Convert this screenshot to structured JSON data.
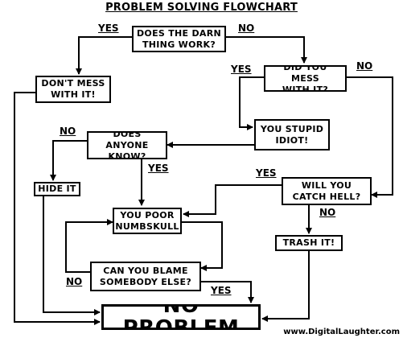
{
  "title": "PROBLEM SOLVING FLOWCHART",
  "nodes": {
    "does_work": "DOES THE DARN\nTHING WORK?",
    "dont_mess": "DON'T MESS\nWITH IT!",
    "did_mess": "DID YOU MESS\nWITH IT?",
    "stupid": "YOU STUPID\nIDIOT!",
    "anyone_know": "DOES ANYONE\nKNOW?",
    "hide": "HIDE IT",
    "catch_hell": "WILL YOU\nCATCH HELL?",
    "numbskull": "YOU POOR\nNUMBSKULL",
    "trash": "TRASH IT!",
    "blame": "CAN YOU BLAME\nSOMEBODY ELSE?",
    "no_problem": "NO PROBLEM"
  },
  "labels": {
    "works_yes": "YES",
    "works_no": "NO",
    "mess_yes": "YES",
    "mess_no": "NO",
    "know_no": "NO",
    "know_yes": "YES",
    "hell_yes": "YES",
    "hell_no": "NO",
    "blame_no": "NO",
    "blame_yes": "YES"
  },
  "credit": "www.DigitalLaughter.com"
}
